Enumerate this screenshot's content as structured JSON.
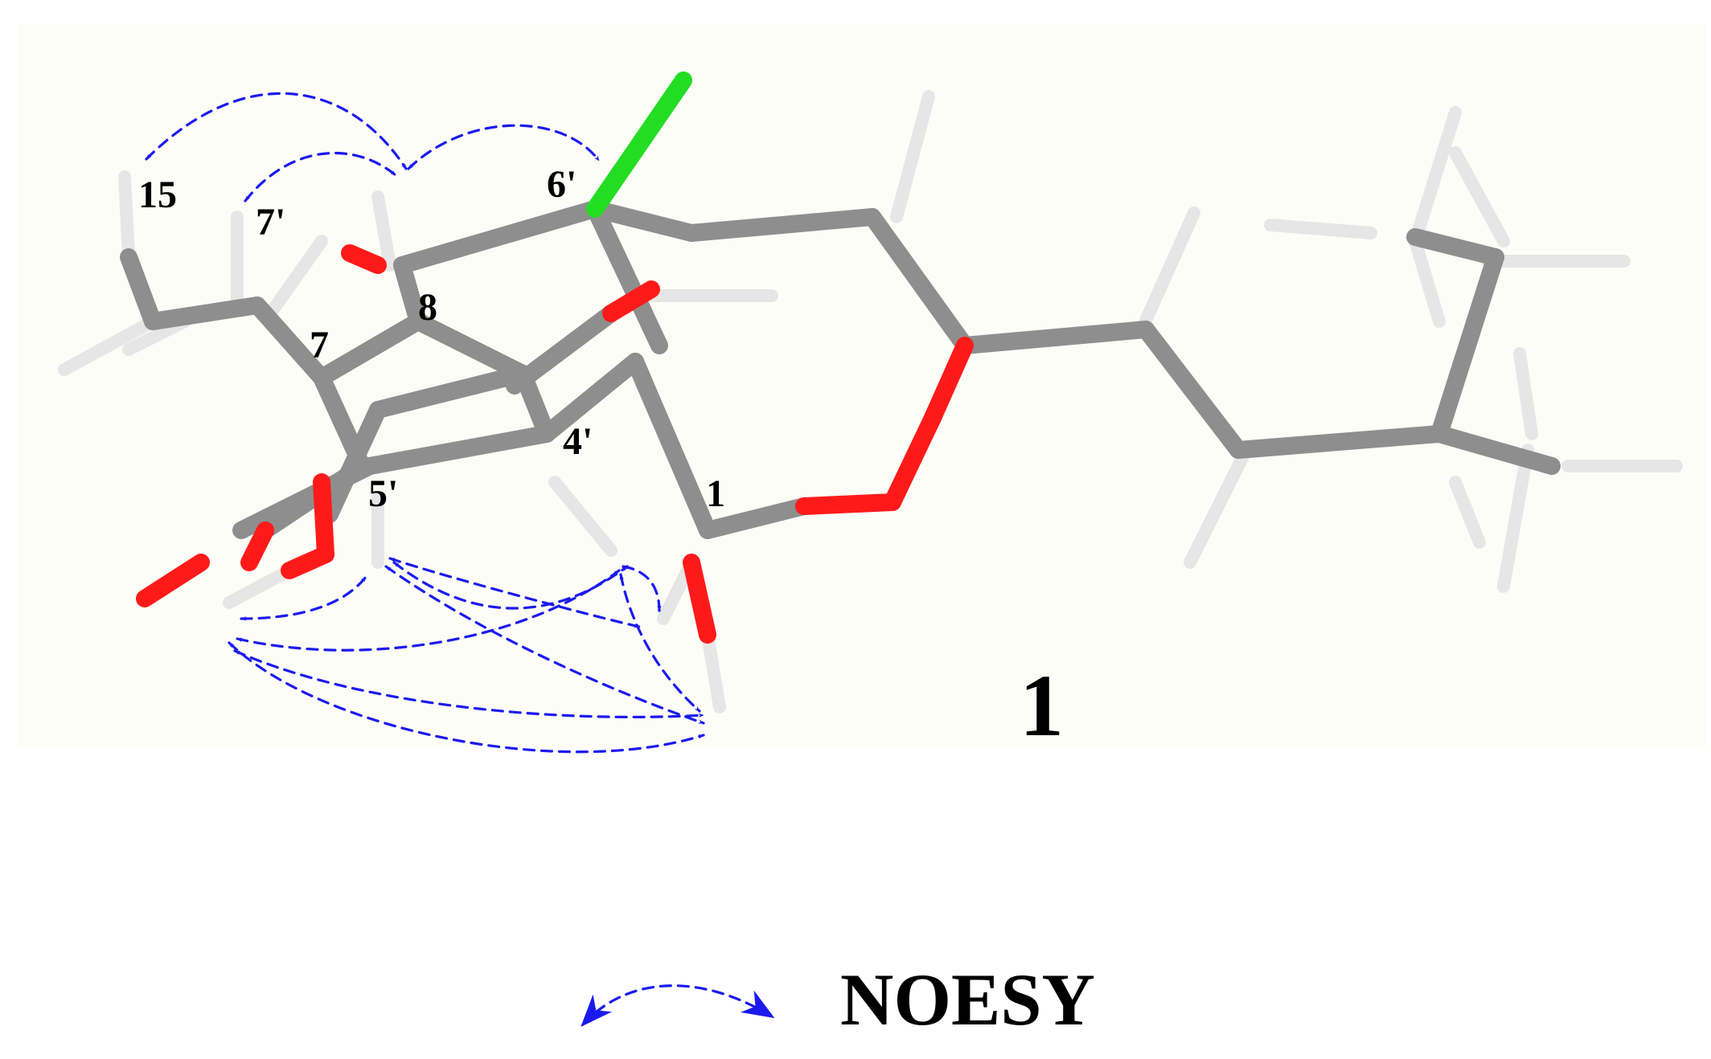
{
  "colors": {
    "canvas_background": "#fdfdf7",
    "carbon": "#8e8e8e",
    "hydrogen": "#e6e6e6",
    "oxygen": "#ff1a1a",
    "chlorine": "#22dd22",
    "noesy_arrow": "#1a1aee"
  },
  "figure": {
    "compound_number": "1",
    "atom_labels": {
      "c15": "15",
      "c7p": "7'",
      "c6p": "6'",
      "c7": "7",
      "c8": "8",
      "c4p": "4'",
      "c5p": "5'",
      "c1": "1"
    }
  },
  "legend": {
    "label": "NOESY",
    "arrow_icon": "dashed-double-headed-arrow"
  }
}
